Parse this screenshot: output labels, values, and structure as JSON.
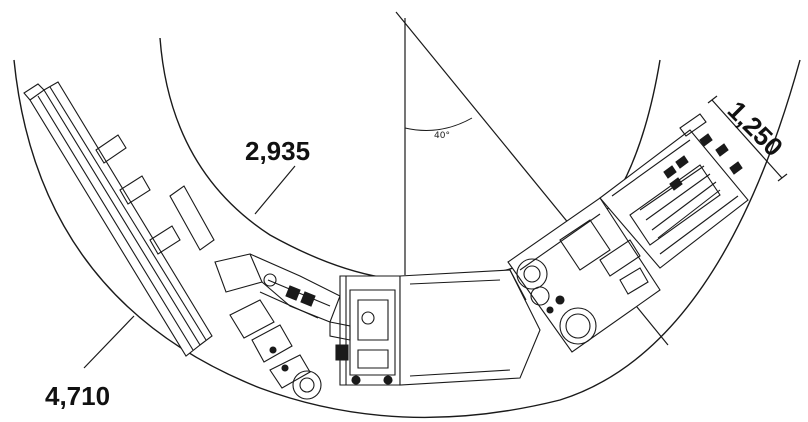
{
  "dimensions": {
    "inner_radius_label": "2,935",
    "outer_radius_label": "4,710",
    "width_label": "1,250",
    "angle_label": "40°"
  },
  "colors": {
    "line": "#1a1a1a",
    "text": "#111111",
    "background": "#ffffff"
  }
}
